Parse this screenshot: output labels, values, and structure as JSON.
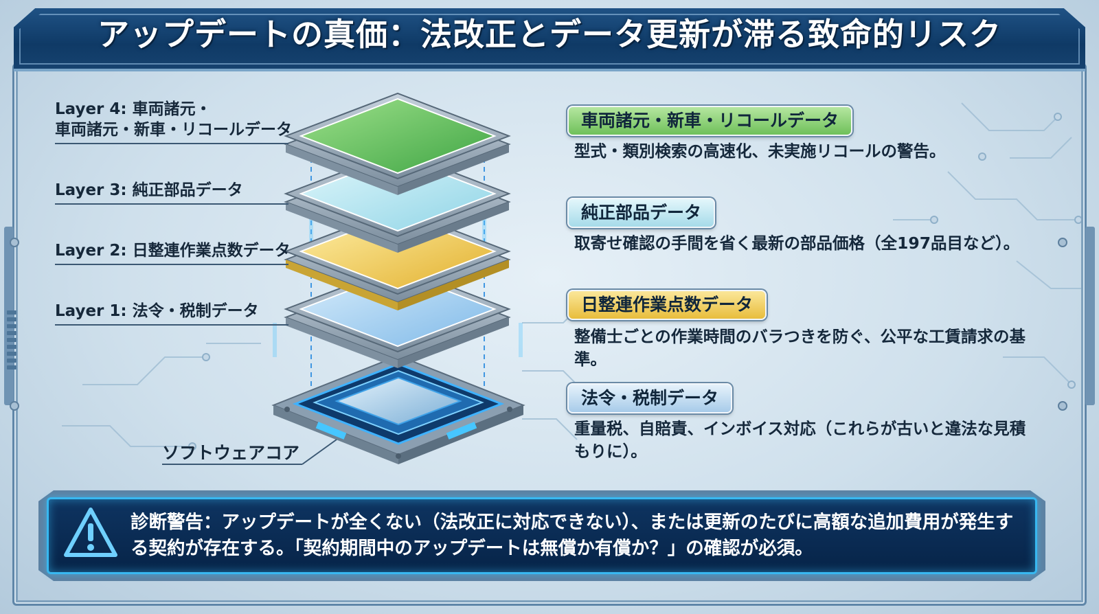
{
  "title": "アップデートの真価：法改正とデータ更新が滞る致命的リスク",
  "left_labels": {
    "layer4_line1": "Layer 4: 車両諸元・",
    "layer4_line2": "車両諸元・新車・リコールデータ",
    "layer3": "Layer 3: 純正部品データ",
    "layer2": "Layer 2: 日整連作業点数データ",
    "layer1": "Layer 1: 法令・税制データ",
    "core": "ソフトウェアコア"
  },
  "sections": [
    {
      "badge": "車両諸元・新車・リコールデータ",
      "description": "型式・類別検索の高速化、未実施リコールの警告。",
      "color": "#6fc05a"
    },
    {
      "badge": "純正部品データ",
      "description": "取寄せ確認の手間を省く最新の部品価格（全197品目など）。",
      "color": "#a6dbe9"
    },
    {
      "badge": "日整連作業点数データ",
      "description": "整備士ごとの作業時間のバラつきを防ぐ、公平な工賃請求の基準。",
      "color": "#e8bd3c"
    },
    {
      "badge": "法令・税制データ",
      "description": "重量税、自賠責、インボイス対応（これらが古いと違法な見積もりに）。",
      "color": "#a7cbe9"
    }
  ],
  "warning": {
    "icon": "warning-triangle-icon",
    "text": "診断警告：アップデートが全くない（法改正に対応できない）、または更新のたびに高額な追加費用が発生する契約が存在する。「契約期間中のアップデートは無償か有償か？」の確認が必須。"
  },
  "colors": {
    "title_bg": "#0f3a66",
    "warning_border": "#38b8f0",
    "layer4": "#5cc15a",
    "layer3": "#9fe3ee",
    "layer2": "#f2c84a",
    "layer1": "#8cc6ee",
    "core_glow": "#2e9cf0"
  }
}
